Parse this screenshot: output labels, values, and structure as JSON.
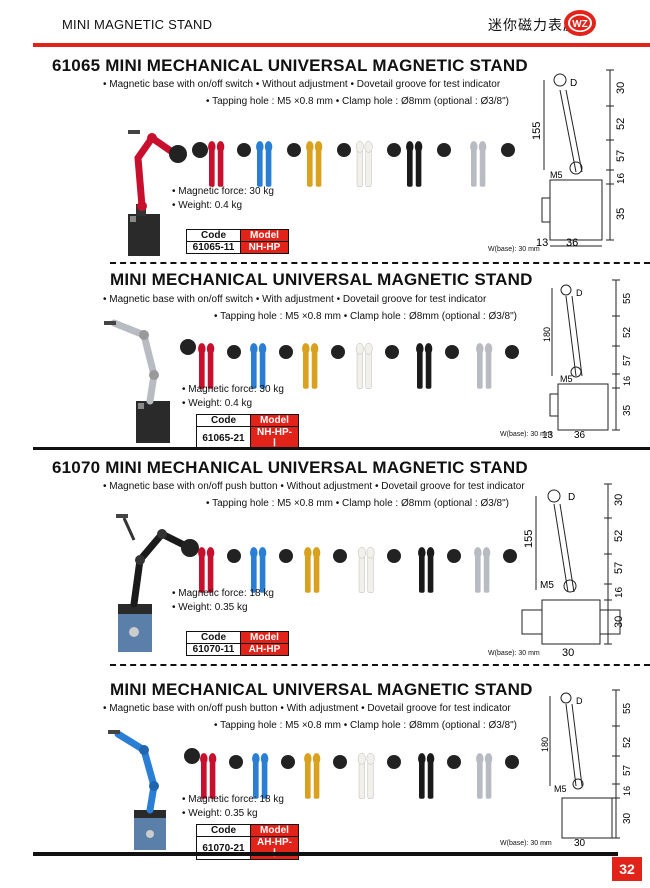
{
  "header": {
    "title": "MINI MAGNETIC STAND",
    "chinese_title": "迷你磁力表座",
    "logo_text": "WZ",
    "page_number": "32"
  },
  "colors": {
    "accent": "#e2231a",
    "arm_red": "#c8102e",
    "arm_blue": "#2a7fd4",
    "arm_gold": "#d9a11e",
    "arm_white": "#f2f0ea",
    "arm_black": "#1a1a1a",
    "arm_silver": "#b8bcc2"
  },
  "sections": [
    {
      "title": "61065  MINI MECHANICAL UNIVERSAL MAGNETIC STAND",
      "features_line1": "•  Magnetic base with on/off switch      •  Without adjustment   •  Dovetail groove for test indicator",
      "features_line2": "•  Tapping  hole : M5 ×0.8 mm      •  Clamp hole : Ø8mm (optional : Ø3/8\")",
      "magnetic_force": "•  Magnetic force: 30 kg",
      "weight": "•  Weight: 0.4 kg",
      "code_label": "Code",
      "model_label": "Model",
      "code": "61065-11",
      "model": "NH-HP",
      "wbase": "W(base): 30 mm",
      "dims": {
        "total": "155",
        "d1": "30",
        "d2": "52",
        "d3": "57",
        "d4": "16",
        "d5": "35",
        "b1": "13",
        "b2": "36",
        "m5": "M5"
      }
    },
    {
      "title": "MINI MECHANICAL UNIVERSAL MAGNETIC STAND",
      "features_line1": "•  Magnetic base with on/off switch          •  With adjustment          •  Dovetail groove for test indicator",
      "features_line2": "•  Tapping  hole : M5 ×0.8 mm      •  Clamp hole : Ø8mm (optional : Ø3/8\")",
      "magnetic_force": "•  Magnetic force: 30 kg",
      "weight": "•  Weight: 0.4 kg",
      "code_label": "Code",
      "model_label": "Model",
      "code": "61065-21",
      "model": "NH-HP- Ⅰ",
      "wbase": "W(base): 30 mm",
      "dims": {
        "total": "180",
        "d1": "55",
        "d2": "52",
        "d3": "57",
        "d4": "16",
        "d5": "35",
        "b1": "13",
        "b2": "36",
        "m5": "M5"
      }
    },
    {
      "title": "61070  MINI MECHANICAL UNIVERSAL MAGNETIC STAND",
      "features_line1": "•  Magnetic base with on/off push button   •  Without adjustment   •  Dovetail groove for test indicator",
      "features_line2": "•  Tapping  hole : M5 ×0.8 mm      •  Clamp hole : Ø8mm (optional : Ø3/8\")",
      "magnetic_force": "•  Magnetic force: 18 kg",
      "weight": "•  Weight: 0.35 kg",
      "code_label": "Code",
      "model_label": "Model",
      "code": "61070-11",
      "model": "AH-HP",
      "wbase": "W(base): 30 mm",
      "dims": {
        "total": "155",
        "d1": "30",
        "d2": "52",
        "d3": "57",
        "d4": "16",
        "d5": "30",
        "b2": "30",
        "m5": "M5"
      }
    },
    {
      "title": "MINI MECHANICAL UNIVERSAL MAGNETIC STAND",
      "features_line1": "•  Magnetic base with on/off push button      •  With adjustment      •  Dovetail groove for test indicator",
      "features_line2": "•  Tapping  hole : M5 ×0.8 mm      •  Clamp hole : Ø8mm (optional : Ø3/8\")",
      "magnetic_force": "•  Magnetic force: 18 kg",
      "weight": "•  Weight: 0.35 kg",
      "code_label": "Code",
      "model_label": "Model",
      "code": "61070-21",
      "model": "AH-HP- Ⅰ",
      "wbase": "W(base): 30 mm",
      "dims": {
        "total": "180",
        "d1": "55",
        "d2": "52",
        "d3": "57",
        "d4": "16",
        "d5": "30",
        "b2": "30",
        "m5": "M5"
      }
    }
  ]
}
